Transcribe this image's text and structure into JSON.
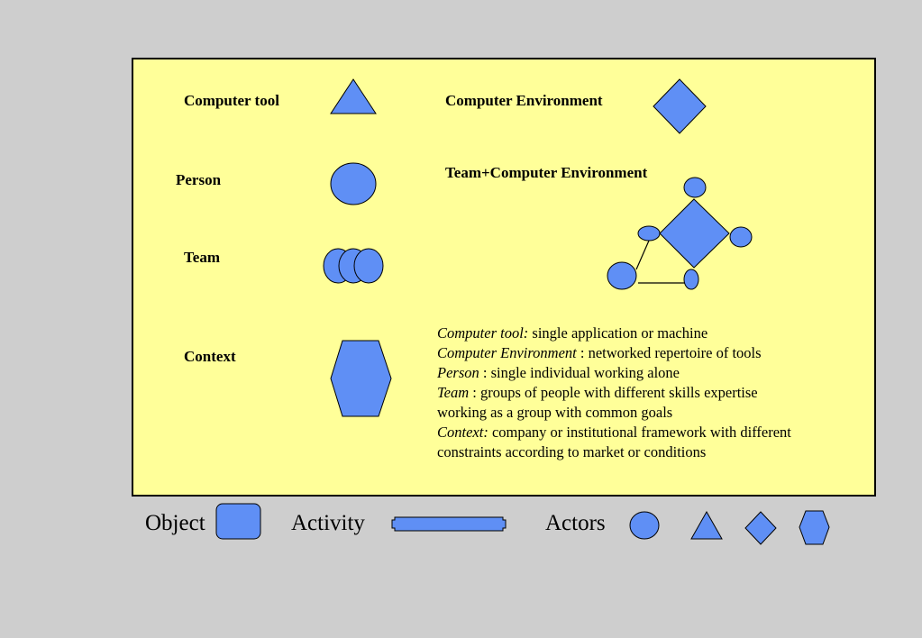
{
  "labels": {
    "computer_tool": "Computer tool",
    "computer_environment": "Computer Environment",
    "person": "Person",
    "team_computer_environment": "Team+Computer Environment",
    "team": "Team",
    "context": "Context"
  },
  "definitions": [
    {
      "term": "Computer tool:",
      "desc": " single application or machine"
    },
    {
      "term": "Computer Environment",
      "desc": " : networked repertoire of tools"
    },
    {
      "term": "Person",
      "desc": " : single individual working alone"
    },
    {
      "term": "Team",
      "desc": " : groups of people with different skills expertise"
    },
    {
      "term": "",
      "desc": "working as a group with common goals"
    },
    {
      "term": "Context:",
      "desc": " company or institutional framework with different"
    },
    {
      "term": "",
      "desc": "constraints according to market or conditions"
    }
  ],
  "bottom": {
    "object": "Object",
    "activity": "Activity",
    "actors": "Actors"
  },
  "colors": {
    "shape_fill": "#5f8ff5",
    "panel_bg": "#ffff99",
    "page_bg": "#cecece"
  }
}
